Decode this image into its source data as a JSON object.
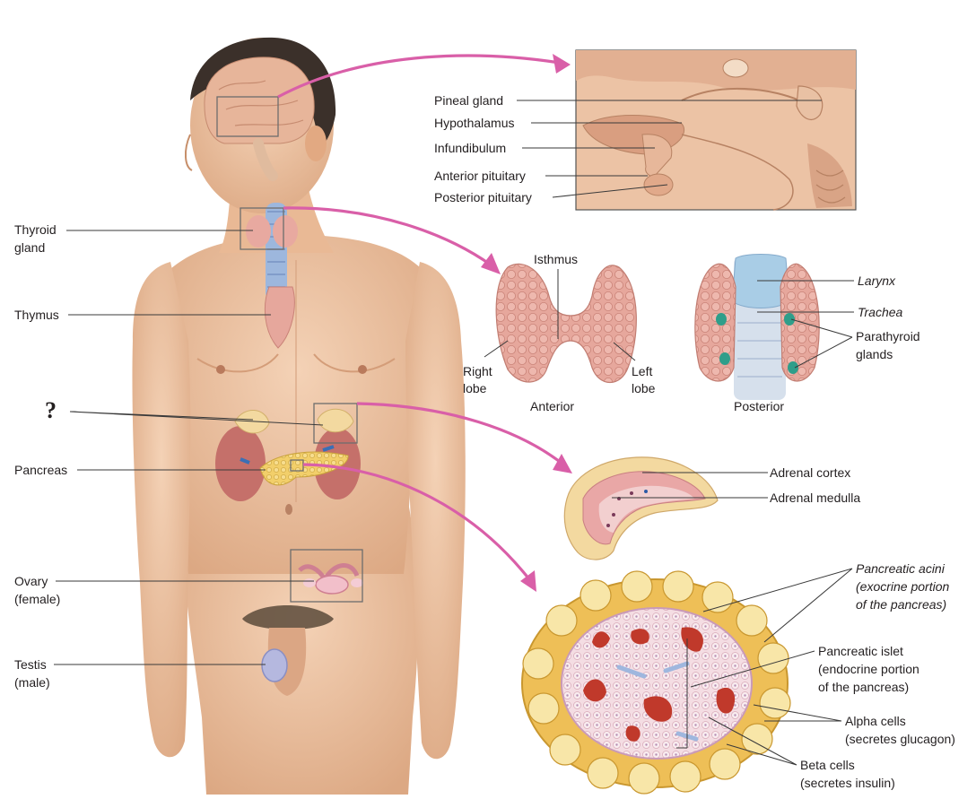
{
  "labels": {
    "thyroid_gland": [
      "Thyroid",
      "gland"
    ],
    "thymus": "Thymus",
    "unknown_marker": "?",
    "pancreas": "Pancreas",
    "ovary": [
      "Ovary",
      "(female)"
    ],
    "testis": [
      "Testis",
      "(male)"
    ],
    "pineal_gland": "Pineal gland",
    "hypothalamus": "Hypothalamus",
    "infundibulum": "Infundibulum",
    "anterior_pituitary": "Anterior pituitary",
    "posterior_pituitary": "Posterior pituitary",
    "isthmus": "Isthmus",
    "right_lobe": [
      "Right",
      "lobe"
    ],
    "left_lobe": [
      "Left",
      "lobe"
    ],
    "anterior_view": "Anterior",
    "larynx": "Larynx",
    "trachea": "Trachea",
    "parathyroid_glands": [
      "Parathyroid",
      "glands"
    ],
    "posterior_view": "Posterior",
    "adrenal_cortex": "Adrenal cortex",
    "adrenal_medulla": "Adrenal medulla",
    "pancreatic_acini": [
      "Pancreatic acini",
      "(exocrine portion",
      "of the pancreas)"
    ],
    "pancreatic_islet": [
      "Pancreatic islet",
      "(endocrine portion",
      "of the pancreas)"
    ],
    "alpha_cells": [
      "Alpha cells",
      "(secretes glucagon)"
    ],
    "beta_cells": [
      "Beta cells",
      "(secretes insulin)"
    ]
  },
  "colors": {
    "skin": "#eec3a1",
    "skin_shadow": "#d9a27d",
    "hair": "#3b302a",
    "brain": "#e7b59a",
    "gland_pink": "#e8a9a0",
    "trachea_blue": "#9db7dd",
    "adrenal_yellow": "#f3d9a0",
    "pancreas_yellow": "#f2cf6a",
    "kidney": "#c5706a",
    "arrow": "#d95fa8",
    "islet_pink": "#f3d6dc",
    "cell_red": "#c0392b"
  }
}
